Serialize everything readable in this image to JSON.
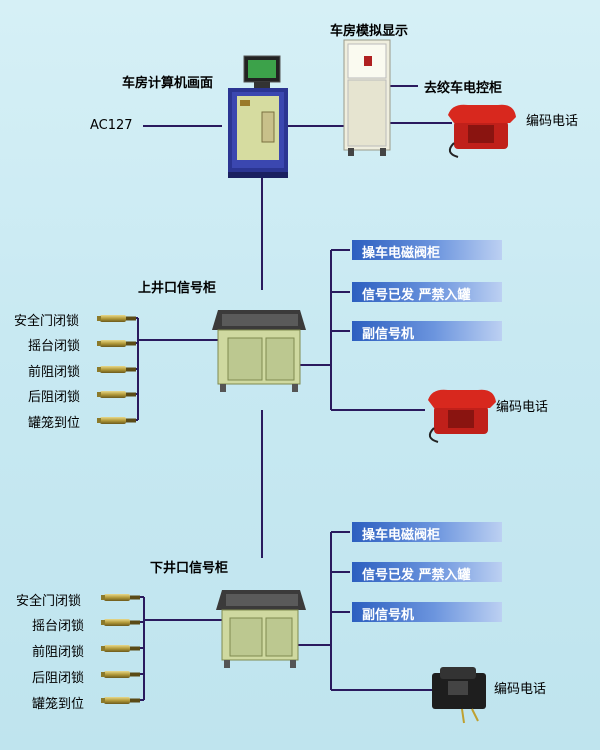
{
  "top": {
    "simulation_display": "车房模拟显示",
    "computer_screen": "车房计算机画面",
    "ac_label": "AC127",
    "winch_cabinet": "去绞车电控柜",
    "coded_phone": "编码电话"
  },
  "upper": {
    "title": "上井口信号柜",
    "locks": [
      "安全门闭锁",
      "摇台闭锁",
      "前阻闭锁",
      "后阻闭锁",
      "罐笼到位"
    ],
    "outputs": [
      "操车电磁阀柜",
      "信号已发  严禁入罐",
      "副信号机"
    ],
    "coded_phone": "编码电话"
  },
  "lower": {
    "title": "下井口信号柜",
    "locks": [
      "安全门闭锁",
      "摇台闭锁",
      "前阻闭锁",
      "后阻闭锁",
      "罐笼到位"
    ],
    "outputs": [
      "操车电磁阀柜",
      "信号已发  严禁入罐",
      "副信号机"
    ],
    "coded_phone": "编码电话"
  },
  "colors": {
    "line": "#2a1a5e",
    "cabinet_body": "#cfd9a0",
    "computer_body": "#2b3592",
    "phone_red": "#c0201a",
    "bar_blue": "#2c5fc0"
  }
}
